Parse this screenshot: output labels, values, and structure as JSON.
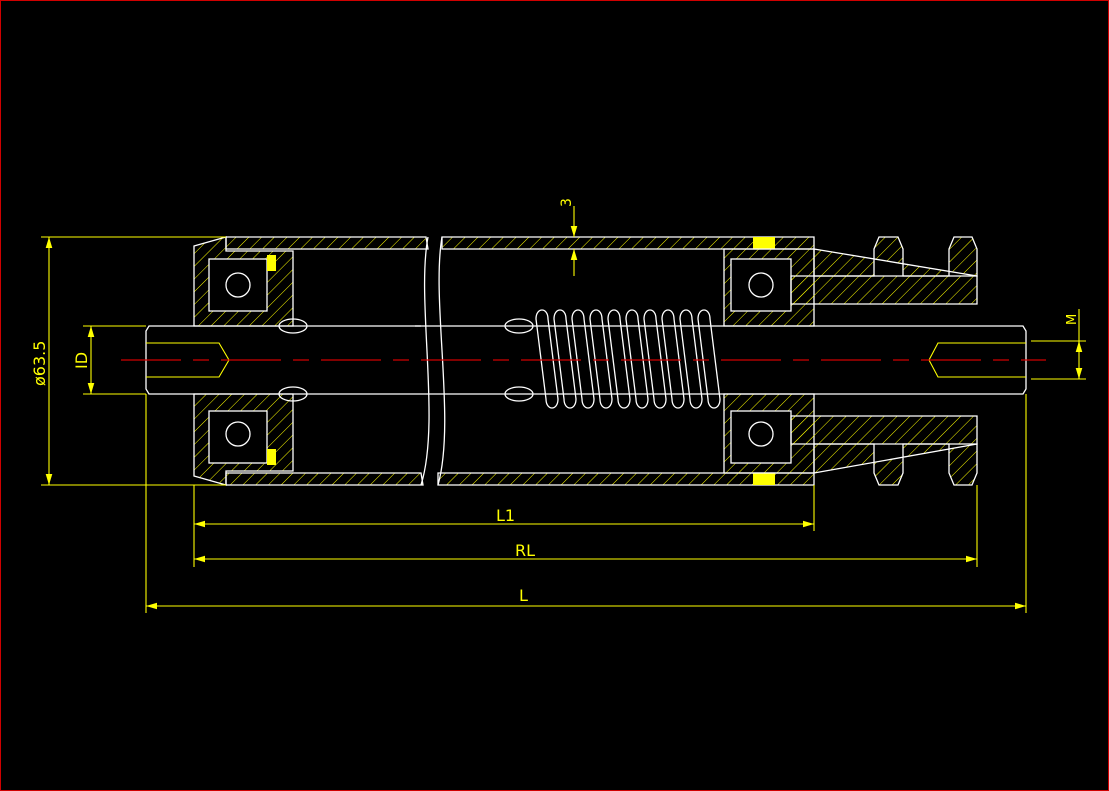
{
  "drawing": {
    "title": "Conveyor roller with sprocket - section view",
    "colors": {
      "background": "#000000",
      "outline": "#ffffff",
      "dimension": "#ffff00",
      "centerline": "#d00000",
      "seal": "#ffff00"
    },
    "dimensions": {
      "tube_wall": "3",
      "diameter": "ø63.5",
      "shaft_diameter": "ID",
      "thread": "M",
      "length_l1": "L1",
      "roller_length": "RL",
      "total_length": "L"
    }
  }
}
